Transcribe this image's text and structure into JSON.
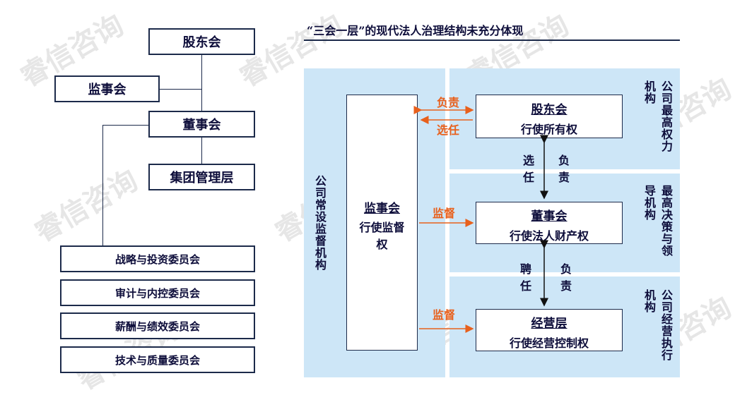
{
  "left_chart": {
    "shareholders": "股东会",
    "supervisory": "监事会",
    "board": "董事会",
    "group_mgmt": "集团管理层",
    "committees": [
      "战略与投资委员会",
      "审计与内控委员会",
      "薪酬与绩效委员会",
      "技术与质量委员会"
    ]
  },
  "right_chart": {
    "title": "“三会一层”的现代法人治理结构未充分体现",
    "left_panel_label": "公司常设监督机构",
    "supervisory_name": "监事会",
    "supervisory_sub": "行使监督权",
    "shareholders_name": "股东会",
    "shareholders_sub": "行使所有权",
    "board_name": "董事会",
    "board_sub": "行使法人财产权",
    "mgmt_name": "经营层",
    "mgmt_sub": "行使经营控制权",
    "arrow_fuze": "负责",
    "arrow_xuanren": "选任",
    "arrow_jiandu1": "监督",
    "arrow_jiandu2": "监督",
    "mid_xuanren": "选任",
    "mid_fuze1": "负责",
    "mid_pinren": "聘任",
    "mid_fuze2": "负责",
    "right_label_1": "公司最高权力机构",
    "right_label_2": "最高决策与领导机构",
    "right_label_3": "公司经营执行机构"
  },
  "watermark": "睿信咨询"
}
